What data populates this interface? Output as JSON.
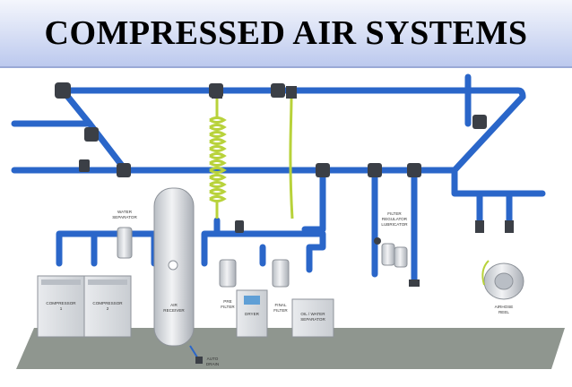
{
  "title": "COMPRESSED AIR SYSTEMS",
  "colors": {
    "pipe": "#2a66c9",
    "pipe_dark": "#1a4aa0",
    "floor": "#8f968f",
    "equipment": "#dde0e4",
    "hose": "#b8d23a",
    "title_bg": "#c7d2f0"
  },
  "labels": {
    "water_separator": [
      "WATER",
      "SEPARATOR"
    ],
    "compressor_1": [
      "COMPRESSOR",
      "1"
    ],
    "compressor_2": [
      "COMPRESSOR",
      "2"
    ],
    "air_receiver": [
      "AIR",
      "RECEIVER"
    ],
    "pre_filter": [
      "PRE",
      "FILTER"
    ],
    "dryer": [
      "DRYER"
    ],
    "final_filter": [
      "FINAL",
      "FILTER"
    ],
    "oil_water_separator": [
      "OIL / WATER",
      "SEPARATOR"
    ],
    "filter_regulator_lubricator": [
      "FILTER",
      "REGULATOR",
      "LUBRICATOR"
    ],
    "airhose_reel": [
      "AIRHOSE",
      "REEL"
    ],
    "auto_drain": [
      "AUTO",
      "DRAIN"
    ]
  }
}
